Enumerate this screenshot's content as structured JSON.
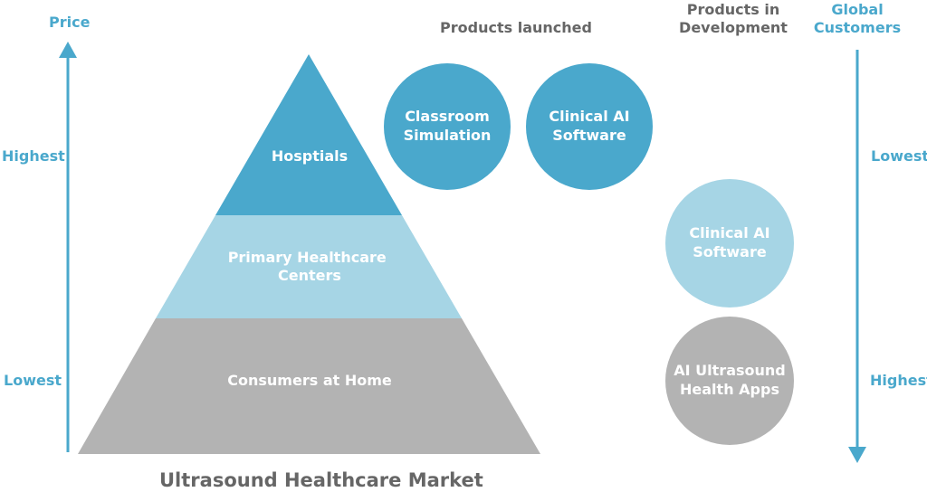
{
  "colors": {
    "accent": "#4aa8cc",
    "light_blue": "#a6d5e5",
    "gray": "#b3b3b3",
    "header_text": "#666666"
  },
  "left_axis": {
    "title": "Price",
    "top_label": "Highest",
    "bottom_label": "Lowest"
  },
  "right_axis": {
    "title": "Global\nCustomers",
    "top_label": "Lowest",
    "bottom_label": "Highest"
  },
  "headers": {
    "launched": "Products launched",
    "development": "Products in\nDevelopment"
  },
  "pyramid": {
    "tiers": [
      {
        "label": "Hosptials"
      },
      {
        "label": "Primary Healthcare\nCenters"
      },
      {
        "label": "Consumers at Home"
      }
    ],
    "title": "Ultrasound Healthcare Market"
  },
  "products": {
    "launched": [
      {
        "label": "Classroom\nSimulation"
      },
      {
        "label": "Clinical AI\nSoftware"
      }
    ],
    "development": [
      {
        "label": "Clinical AI\nSoftware"
      },
      {
        "label": "AI Ultrasound\nHealth Apps"
      }
    ]
  }
}
